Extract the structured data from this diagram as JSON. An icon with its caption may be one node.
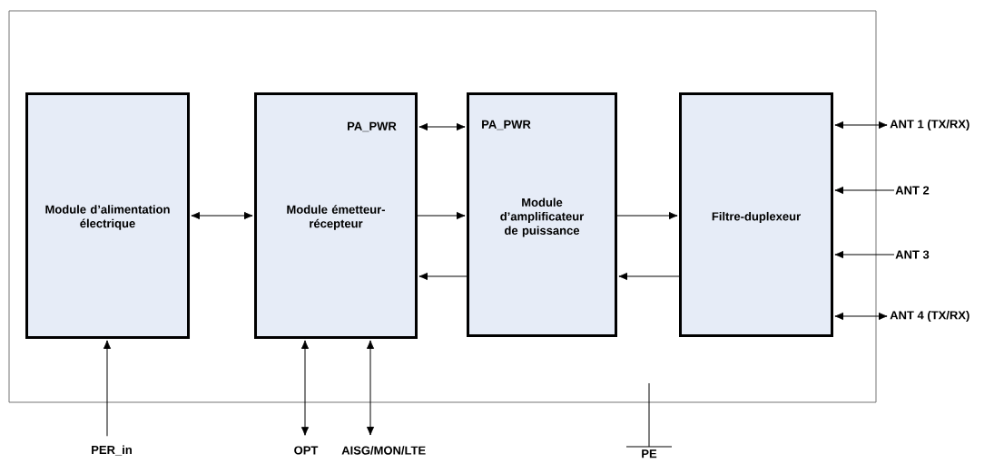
{
  "diagram": {
    "nodes": [
      {
        "text": [],
        "shape": "box"
      },
      {
        "text": [
          "Module d’alimentation électrique"
        ],
        "in": 0
      },
      {
        "text": [
          "PA_PWR",
          "Module émetteur-récepteur"
        ],
        "in": 0
      },
      {
        "text": [
          "PA_PWR",
          "Module d’amplificateur de puissance"
        ],
        "in": 0
      },
      {
        "text": [
          "Filtre-duplexeur"
        ],
        "in": 0
      },
      {
        "text": [
          "ANT 1 (TX/RX)"
        ]
      },
      {
        "text": [
          "ANT 2"
        ]
      },
      {
        "text": [
          "ANT 3"
        ]
      },
      {
        "text": [
          "ANT 4 (TX/RX)"
        ]
      },
      {
        "text": [
          "PER_in"
        ]
      },
      {
        "text": [
          "OPT"
        ]
      },
      {
        "text": [
          "AISG/MON/LTE"
        ]
      }
    ],
    "edges": [
      {
        "from": 1,
        "to": 2,
        "arrow": "both"
      },
      {
        "from": 2,
        "to": 3,
        "arrow": "both"
      },
      {
        "from": 2,
        "to": 3,
        "arrow": "to"
      },
      {
        "from": 3,
        "to": 2,
        "arrow": "to"
      },
      {
        "from": 3,
        "to": 4,
        "arrow": "to"
      },
      {
        "from": 4,
        "to": 3,
        "arrow": "to"
      },
      {
        "from": 4,
        "to": 5,
        "arrow": "both"
      },
      {
        "from": 6,
        "to": 4,
        "arrow": "to"
      },
      {
        "from": 7,
        "to": 4,
        "arrow": "to"
      },
      {
        "from": 4,
        "to": 8,
        "arrow": "both"
      },
      {
        "from": 9,
        "to": 1,
        "arrow": "to"
      },
      {
        "from": 2,
        "to": 10,
        "arrow": "both"
      },
      {
        "from": 2,
        "to": 11,
        "arrow": "both"
      }
    ],
    "labels": [
      "PE"
    ]
  }
}
